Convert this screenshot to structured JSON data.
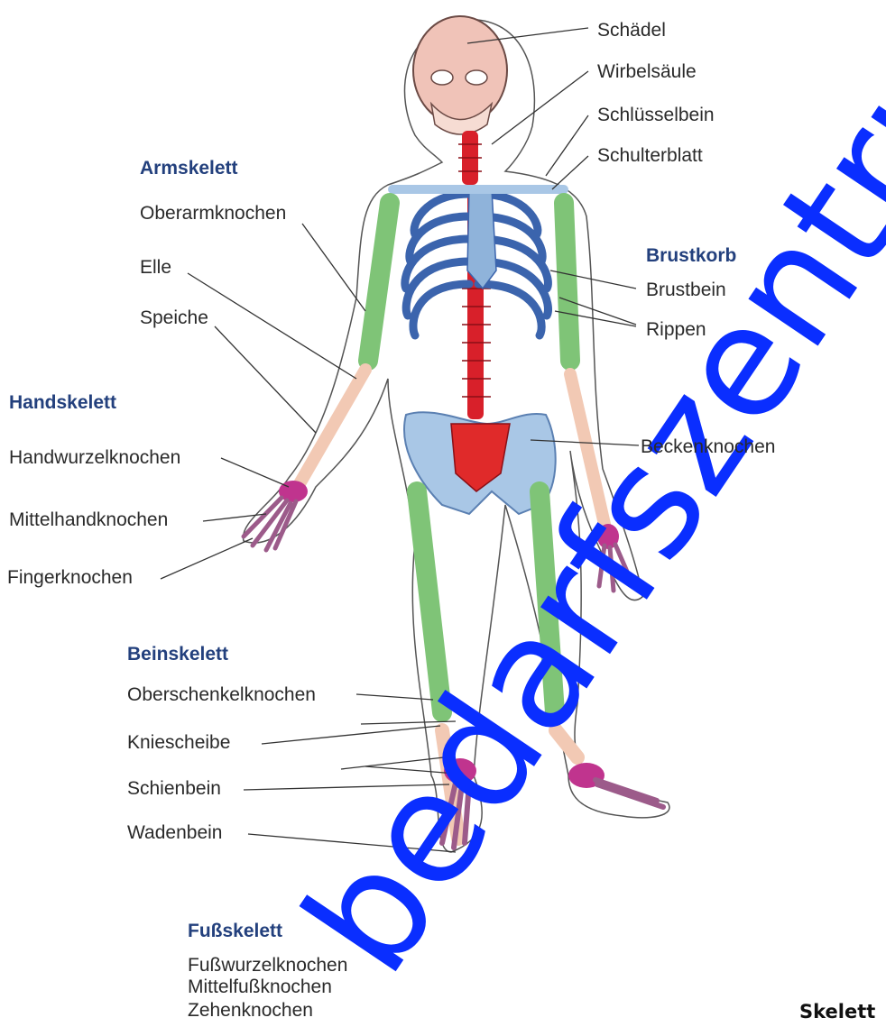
{
  "colors": {
    "skull": "#f0c3b8",
    "spine": "#d8202a",
    "ribcage": "#3b64ad",
    "sternum": "#8fb3da",
    "upper_limb_long": "#7fc477",
    "forearm_shin": "#f2c9b4",
    "hand_foot_joint": "#c0348e",
    "pelvis": "#a9c7e6",
    "sacrum": "#e02a2a",
    "heading": "#23407d",
    "label": "#2a2a2a",
    "watermark": "#0a2eff"
  },
  "groups": {
    "armskelett": "Armskelett",
    "handskelett": "Handskelett",
    "beinskelett": "Beinskelett",
    "fussskelett": "Fußskelett",
    "brustkorb": "Brustkorb"
  },
  "labels": {
    "schaedel": "Schädel",
    "wirbelsaeule": "Wirbelsäule",
    "schluesselbein": "Schlüsselbein",
    "schulterblatt": "Schulterblatt",
    "oberarmknochen": "Oberarmknochen",
    "elle": "Elle",
    "speiche": "Speiche",
    "brustbein": "Brustbein",
    "rippen": "Rippen",
    "handwurzelknochen": "Handwurzelknochen",
    "mittelhandknochen": "Mittelhandknochen",
    "fingerknochen": "Fingerknochen",
    "beckenknochen": "Beckenknochen",
    "oberschenkelknochen": "Oberschenkelknochen",
    "kniescheibe": "Kniescheibe",
    "schienbein": "Schienbein",
    "wadenbein": "Wadenbein",
    "fusswurzelknochen": "Fußwurzelknochen",
    "mittelfussknochen": "Mittelfußknochen",
    "zehenknochen": "Zehenknochen"
  },
  "caption": "Skelett",
  "watermark": "bedarfszentrum"
}
